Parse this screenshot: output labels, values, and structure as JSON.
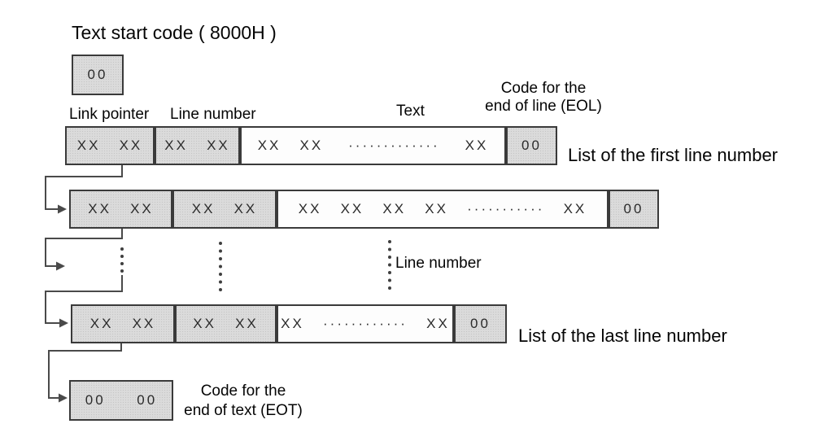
{
  "title": "Text start code ( 8000H )",
  "start_box": {
    "value": "00"
  },
  "column_labels": {
    "link_pointer": "Link pointer",
    "line_number": "Line number",
    "text": "Text",
    "eol_line1": "Code for the",
    "eol_line2": "end of line (EOL)"
  },
  "rows": [
    {
      "cells": [
        {
          "text": "XX   XX"
        },
        {
          "text": "XX   XX"
        },
        {
          "text": "XX   XX    ·············    XX"
        },
        {
          "text": "00"
        }
      ],
      "side_label": "List of the first line number"
    },
    {
      "cells": [
        {
          "text": "XX   XX"
        },
        {
          "text": "XX   XX"
        },
        {
          "text": "XX   XX   XX   XX   ···········   XX"
        },
        {
          "text": "00"
        }
      ]
    },
    {
      "cells": [
        {
          "text": "XX   XX"
        },
        {
          "text": "XX   XX"
        },
        {
          "text": "XX   ············   XX"
        },
        {
          "text": "00"
        }
      ],
      "side_label": "List of the last line number"
    }
  ],
  "middle": {
    "line_number_label": "Line number"
  },
  "eot_box": {
    "value": "00     00",
    "label_line1": "Code for the",
    "label_line2": "end of text (EOT)"
  },
  "colors": {
    "cell_fill": "#dbdbdb",
    "cell_border": "#3a3a3a",
    "connector": "#4a4a4a",
    "label_text": "#050505"
  }
}
